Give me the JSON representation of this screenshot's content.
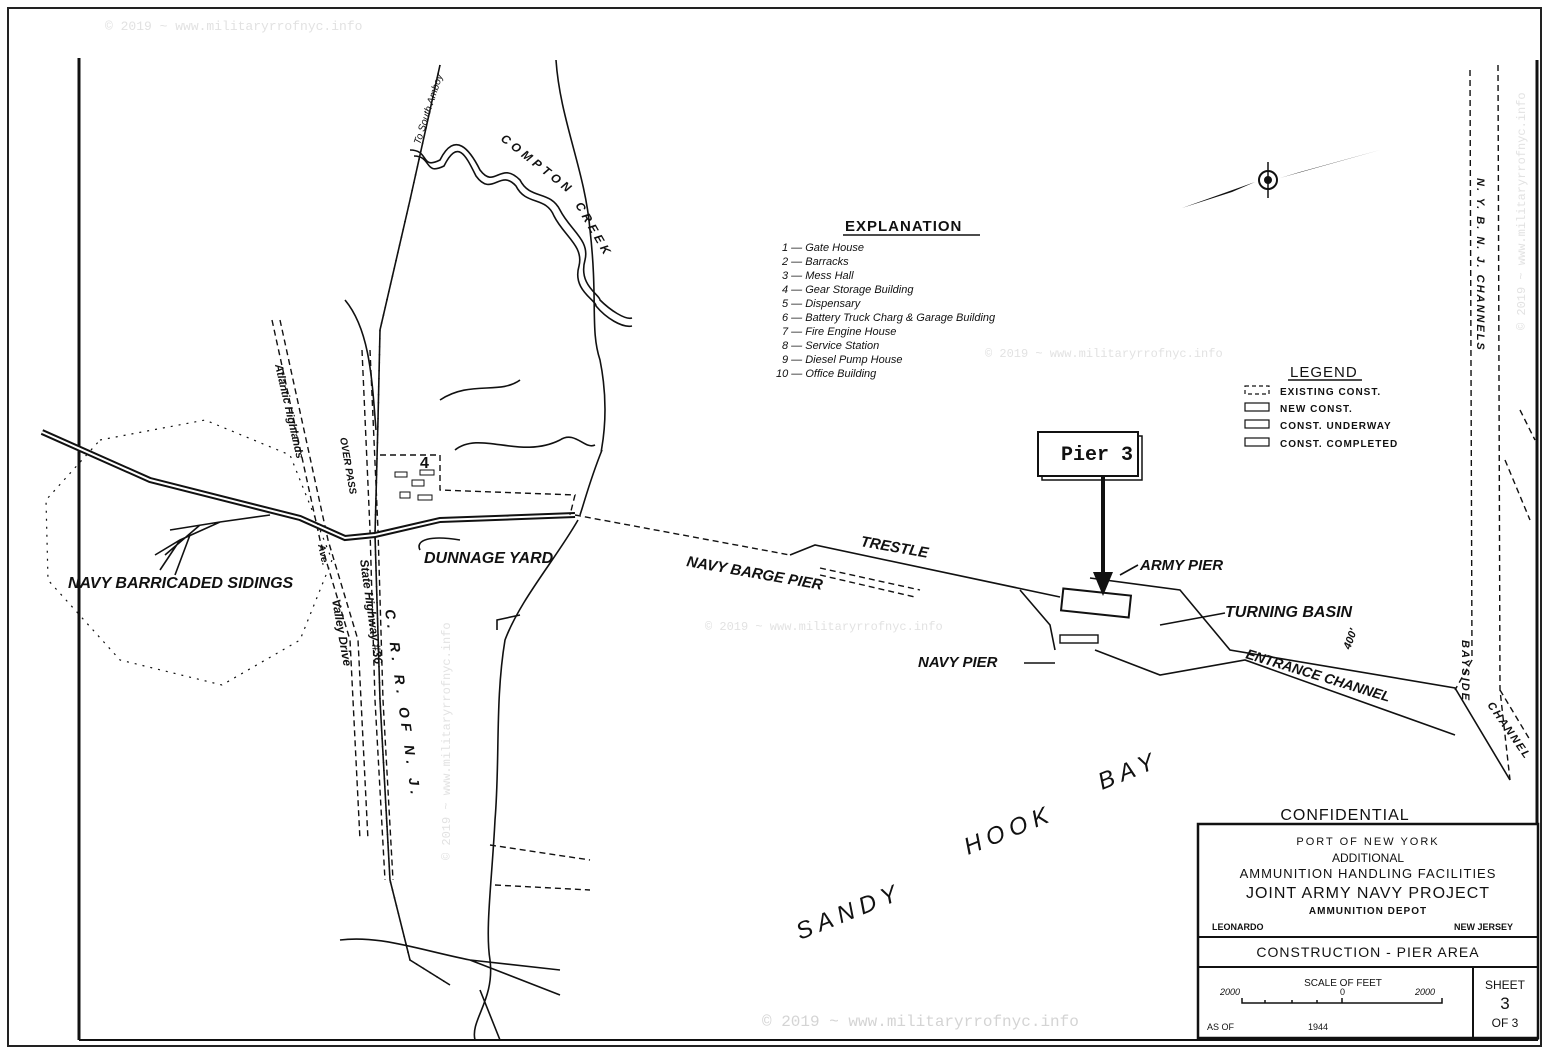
{
  "watermark": "© 2019 ~ www.militaryrrofnyc.info",
  "explanation": {
    "title": "EXPLANATION",
    "items": [
      "1 — Gate House",
      "2 — Barracks",
      "3 — Mess Hall",
      "4 — Gear Storage Building",
      "5 — Dispensary",
      "6 — Battery Truck Charg & Garage Building",
      "7 — Fire Engine House",
      "8 — Service Station",
      "9 — Diesel Pump House",
      "10 — Office Building"
    ]
  },
  "legend": {
    "title": "LEGEND",
    "items": [
      "EXISTING CONST.",
      "NEW CONST.",
      "CONST. UNDERWAY",
      "CONST. COMPLETED"
    ]
  },
  "callout": "Pier 3",
  "labels": {
    "navy_sidings": "NAVY BARRICADED SIDINGS",
    "dunnage_yard": "DUNNAGE YARD",
    "trestle": "TRESTLE",
    "navy_barge_pier": "NAVY BARGE PIER",
    "army_pier": "ARMY PIER",
    "navy_pier": "NAVY PIER",
    "turning_basin": "TURNING BASIN",
    "entrance_channel": "ENTRANCE CHANNEL",
    "width_400": "400'",
    "bay_sandy": "SANDY",
    "bay_hook": "HOOK",
    "bay_bay": "BAY",
    "compton": "COMPTON",
    "creek": "CREEK",
    "to_south_amboy": "To South Amboy",
    "atlantic_highlands": "Atlantic Highlands",
    "over_pass": "OVER PASS",
    "ave": "Ave.",
    "valley_drive": "Valley Drive",
    "state_highway": "State Highway #36",
    "crr_nj": "C. R. R. OF N. J.",
    "nybnj_channels": "N. Y. B. N. J. CHANNELS",
    "bayside_channel_1": "BAYSIDE",
    "bayside_channel_2": "CHANNEL",
    "building_4": "4"
  },
  "title_block": {
    "classification": "CONFIDENTIAL",
    "line1": "PORT OF NEW YORK",
    "line2": "ADDITIONAL",
    "line3": "AMMUNITION HANDLING FACILITIES",
    "line4": "JOINT ARMY NAVY PROJECT",
    "line5": "AMMUNITION DEPOT",
    "place_left": "LEONARDO",
    "place_right": "NEW JERSEY",
    "drawing_title": "CONSTRUCTION - PIER AREA",
    "scale_label": "SCALE OF FEET",
    "scale_left": "2000",
    "scale_zero": "0",
    "scale_right": "2000",
    "as_of": "AS OF",
    "year": "1944",
    "sheet_label": "SHEET",
    "sheet_num": "3",
    "sheet_of": "OF 3"
  }
}
